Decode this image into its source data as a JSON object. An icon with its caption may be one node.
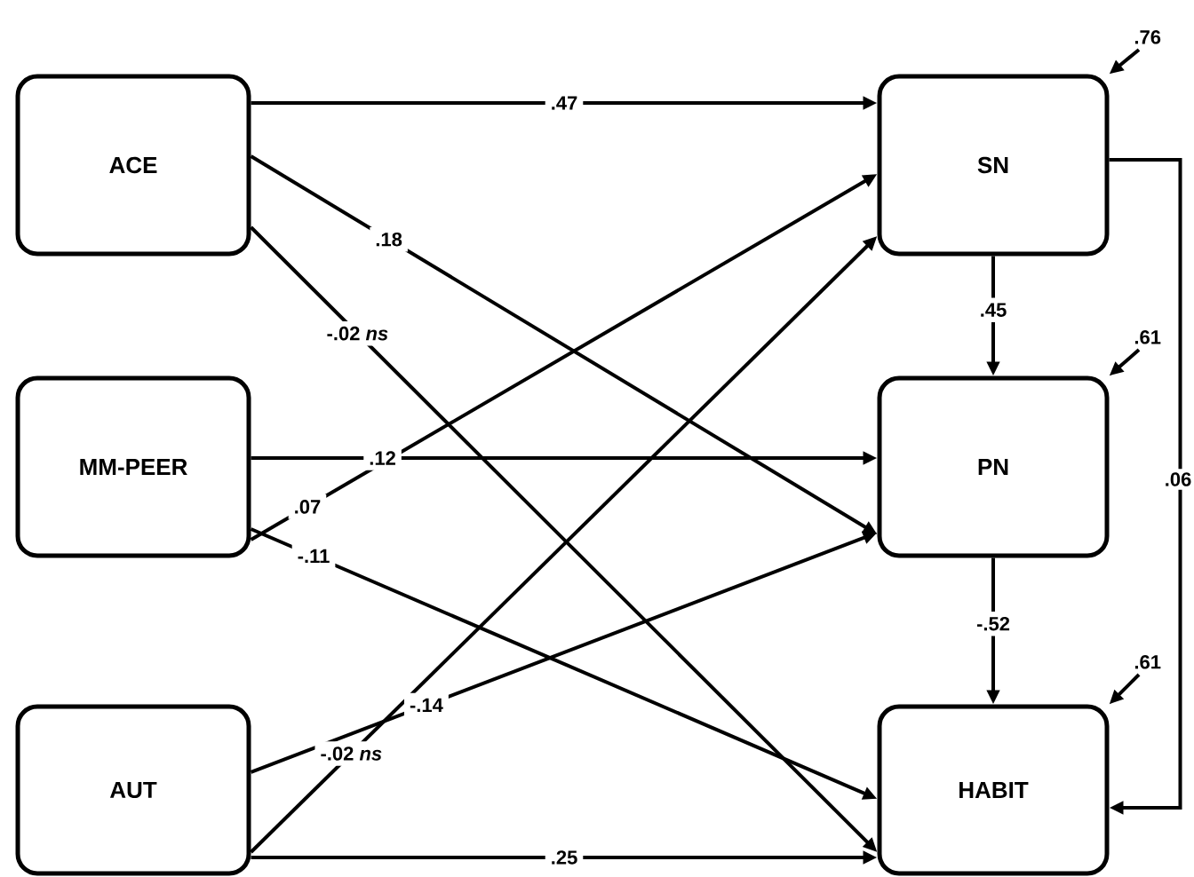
{
  "diagram": {
    "nodes": [
      {
        "text": [
          "ACE"
        ]
      },
      {
        "text": [
          "MM-PEER"
        ]
      },
      {
        "text": [
          "AUT"
        ]
      },
      {
        "text": [
          "SN"
        ]
      },
      {
        "text": [
          "PN"
        ]
      },
      {
        "text": [
          "HABIT"
        ]
      }
    ],
    "edges": [
      {
        "from": 0,
        "to": 3,
        "arrow": "to",
        "label": ".47"
      },
      {
        "from": 0,
        "to": 4,
        "arrow": "to",
        "label": ".18"
      },
      {
        "from": 0,
        "to": 5,
        "arrow": "to",
        "label": "-.02 *ns*"
      },
      {
        "from": 1,
        "to": 3,
        "arrow": "to",
        "label": ".07"
      },
      {
        "from": 1,
        "to": 4,
        "arrow": "to",
        "label": ".12"
      },
      {
        "from": 1,
        "to": 5,
        "arrow": "to",
        "label": "-.11"
      },
      {
        "from": 2,
        "to": 3,
        "arrow": "to",
        "label": "-.02 *ns*"
      },
      {
        "from": 2,
        "to": 4,
        "arrow": "to",
        "label": "-.14"
      },
      {
        "from": 2,
        "to": 5,
        "arrow": "to",
        "label": ".25"
      },
      {
        "from": 3,
        "to": 4,
        "arrow": "to",
        "label": ".45"
      },
      {
        "from": 4,
        "to": 5,
        "arrow": "to",
        "label": "-.52"
      },
      {
        "from": 3,
        "to": 5,
        "arrow": "to",
        "label": ".06"
      },
      {
        "from": null,
        "to": 3,
        "arrow": "to",
        "label": ".76"
      },
      {
        "from": null,
        "to": 4,
        "arrow": "to",
        "label": ".61"
      },
      {
        "from": null,
        "to": 5,
        "arrow": "to",
        "label": ".61"
      }
    ]
  }
}
